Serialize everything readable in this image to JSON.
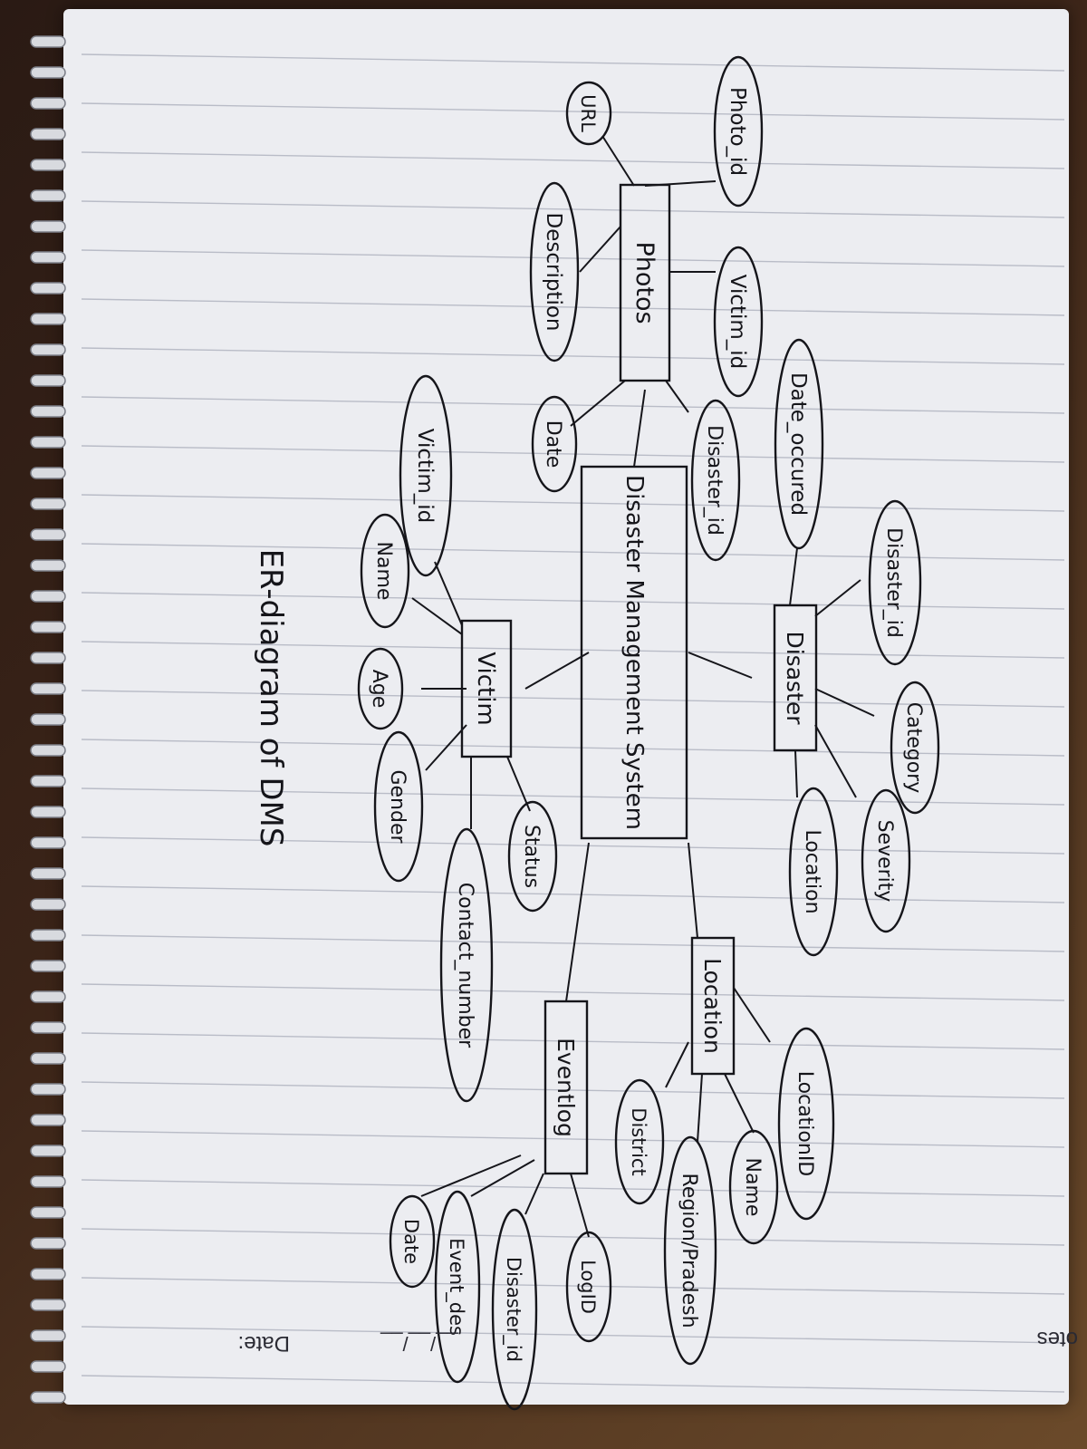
{
  "central": "Disaster Management System",
  "caption": "ER-diagram of DMS",
  "footer": {
    "date_label": "Date:",
    "date_slots": "__/__/__",
    "notes_label": "otes"
  },
  "entities": {
    "photos": "Photos",
    "disaster": "Disaster",
    "victim": "Victim",
    "location": "Location",
    "eventlog": "Eventlog"
  },
  "attributes": {
    "photos": [
      "Photo_id",
      "URL",
      "Description",
      "Victim_id",
      "Date",
      "Disaster_id"
    ],
    "disaster": [
      "Date_occured",
      "Disaster_id",
      "Category",
      "Severity",
      "Location"
    ],
    "victim": [
      "Victim_id",
      "Name",
      "Age",
      "Gender",
      "Contact_number",
      "Status"
    ],
    "location": [
      "LocationID",
      "Name",
      "Region/Pradesh",
      "District"
    ],
    "eventlog": [
      "LogID",
      "Disaster_id",
      "Event_des",
      "Date"
    ]
  }
}
